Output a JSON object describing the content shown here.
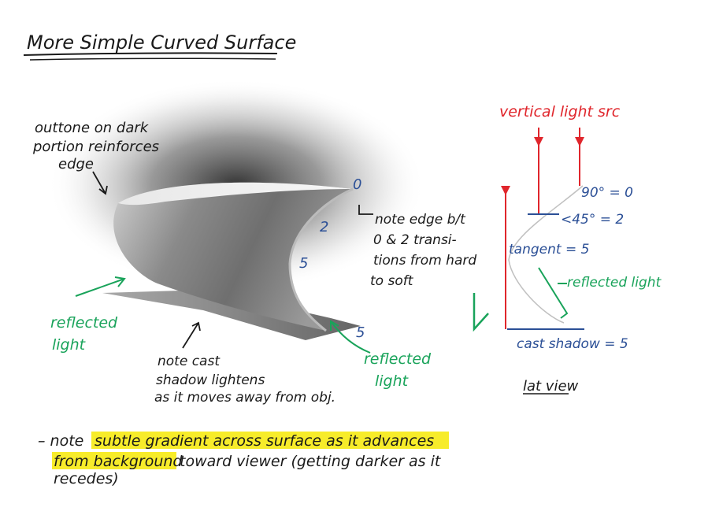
{
  "title": "More Simple Curved Surface",
  "annotations": {
    "outtone": [
      "outtone on dark",
      "portion reinforces",
      "edge"
    ],
    "edge_note": [
      "note edge b/t",
      "0 & 2 transi-",
      "tions from hard",
      "to soft"
    ],
    "reflected_light_left": [
      "reflected",
      "light"
    ],
    "reflected_light_right": [
      "reflected",
      "light"
    ],
    "cast_shadow_note": [
      "note cast",
      "shadow lightens",
      "as it moves away from obj."
    ],
    "bottom_note_line1_prefix": "– note",
    "bottom_note_line1_highlight": "subtle gradient across surface as it advances",
    "bottom_note_line2_highlight": "from background",
    "bottom_note_line2_rest": "toward viewer (getting darker as it",
    "bottom_note_line3": "recedes)"
  },
  "value_labels": {
    "v0": "0",
    "v2": "2",
    "v5a": "5",
    "v5b": "5"
  },
  "side_view": {
    "light_source": "vertical light src",
    "label_90": "90° = 0",
    "label_45": "<45° = 2",
    "label_tangent": "tangent = 5",
    "label_reflected": "reflected light",
    "label_cast_shadow": "cast shadow = 5",
    "caption": "lat view"
  },
  "colors": {
    "ink": "#1a1a1a",
    "value_blue": "#2b4f96",
    "reflected_green": "#19a35a",
    "light_red": "#e0262c",
    "highlight_yellow": "#f7ec2a"
  }
}
